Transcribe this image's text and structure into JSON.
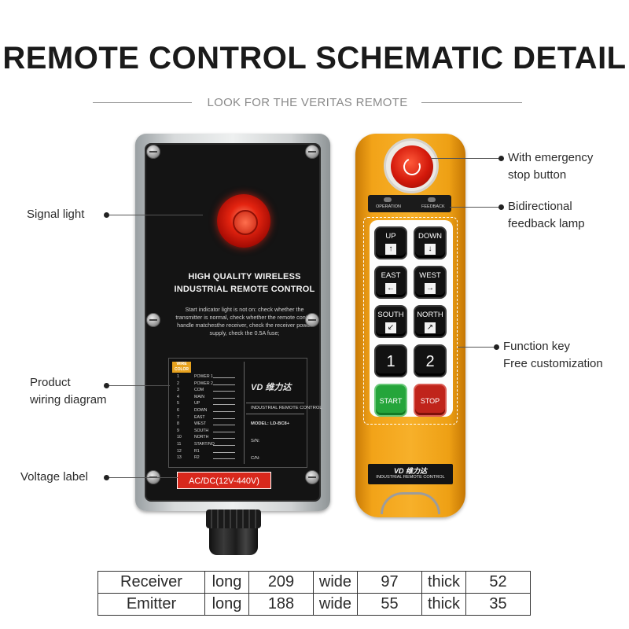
{
  "title": "REMOTE CONTROL SCHEMATIC DETAIL",
  "subtitle": "LOOK FOR THE VERITAS REMOTE",
  "receiver": {
    "heading_line1": "HIGH QUALITY WIRELESS",
    "heading_line2": "INDUSTRIAL REMOTE CONTROL",
    "instructions": "Start indicator light is not on: check whether the transmitter is normal, check whether the remote control handle matchesthe receiver, check the receiver power supply, check the 0.5A fuse;",
    "wire_color_tag": "WIRE COLOR",
    "wiring_rows": [
      {
        "n": "1",
        "label": "POWER 1"
      },
      {
        "n": "2",
        "label": "POWER 2"
      },
      {
        "n": "3",
        "label": "COM"
      },
      {
        "n": "4",
        "label": "MAIN"
      },
      {
        "n": "5",
        "label": "UP"
      },
      {
        "n": "6",
        "label": "DOWN"
      },
      {
        "n": "7",
        "label": "EAST"
      },
      {
        "n": "8",
        "label": "WEST"
      },
      {
        "n": "9",
        "label": "SOUTH"
      },
      {
        "n": "10",
        "label": "NORTH"
      },
      {
        "n": "11",
        "label": "START/NO"
      },
      {
        "n": "12",
        "label": "R1"
      },
      {
        "n": "13",
        "label": "R2"
      }
    ],
    "brand": "VD 维力达",
    "brand_sub": "INDUSTRIAL REMOTE CONTROL",
    "model": "MODEL: LD-BC8+",
    "sn": "S/N:",
    "cn": "C/N:",
    "voltage": "AC/DC(12V-440V)"
  },
  "emitter": {
    "lamp_operation": "OPERATION",
    "lamp_feedback": "FEEDBACK",
    "buttons": [
      {
        "label": "UP",
        "arrow": "↑"
      },
      {
        "label": "DOWN",
        "arrow": "↓"
      },
      {
        "label": "EAST",
        "arrow": "←"
      },
      {
        "label": "WEST",
        "arrow": "→"
      },
      {
        "label": "SOUTH",
        "arrow": "↙"
      },
      {
        "label": "NORTH",
        "arrow": "↗"
      },
      {
        "label": "1"
      },
      {
        "label": "2"
      },
      {
        "label": "START"
      },
      {
        "label": "STOP"
      }
    ],
    "brand": "VD 维力达",
    "brand_sub": "INDUSTRIAL REMOTE CONTROL"
  },
  "callouts": {
    "signal_light": "Signal light",
    "wiring_l1": "Product",
    "wiring_l2": "wiring diagram",
    "voltage": "Voltage label",
    "emergency_l1": "With emergency",
    "emergency_l2": "stop button",
    "feedback_l1": "Bidirectional",
    "feedback_l2": "feedback lamp",
    "function_l1": "Function key",
    "function_l2": "Free customization"
  },
  "dimensions": {
    "rows": [
      {
        "name": "Receiver",
        "long_label": "long",
        "long": "209",
        "wide_label": "wide",
        "wide": "97",
        "thick_label": "thick",
        "thick": "52"
      },
      {
        "name": "Emitter",
        "long_label": "long",
        "long": "188",
        "wide_label": "wide",
        "wide": "55",
        "thick_label": "thick",
        "thick": "35"
      }
    ]
  },
  "colors": {
    "emitter_body": "#f2a318",
    "estop_red": "#d3190b",
    "start_green": "#25a53b",
    "stop_red": "#c0241b",
    "voltage_label": "#d8281c"
  }
}
